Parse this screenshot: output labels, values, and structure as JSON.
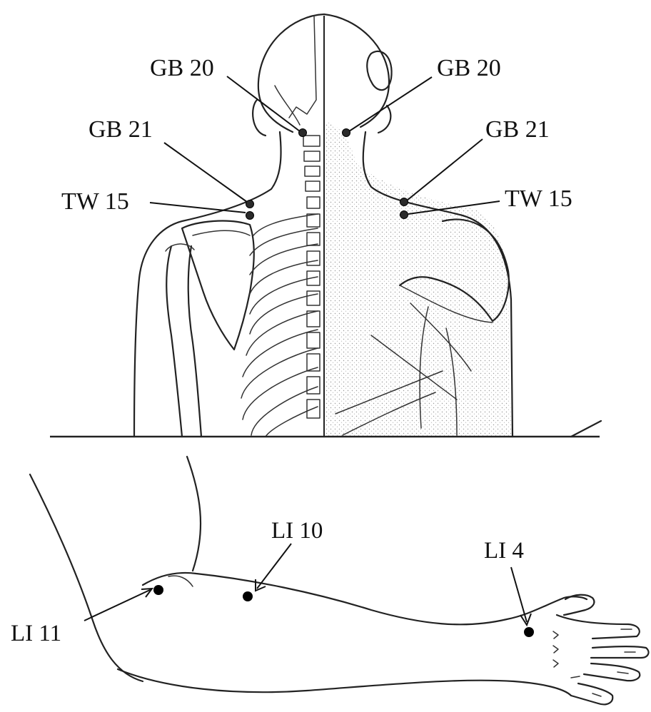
{
  "back_view": {
    "labels": {
      "gb20_left": "GB 20",
      "gb20_right": "GB 20",
      "gb21_left": "GB 21",
      "gb21_right": "GB 21",
      "tw15_left": "TW 15",
      "tw15_right": "TW 15"
    }
  },
  "arm_view": {
    "labels": {
      "li11": "LI 11",
      "li10": "LI 10",
      "li4": "LI 4"
    }
  },
  "colors": {
    "ink": "#222222",
    "point": "#000000",
    "stipple": "#c8c8c8",
    "background": "#ffffff"
  }
}
